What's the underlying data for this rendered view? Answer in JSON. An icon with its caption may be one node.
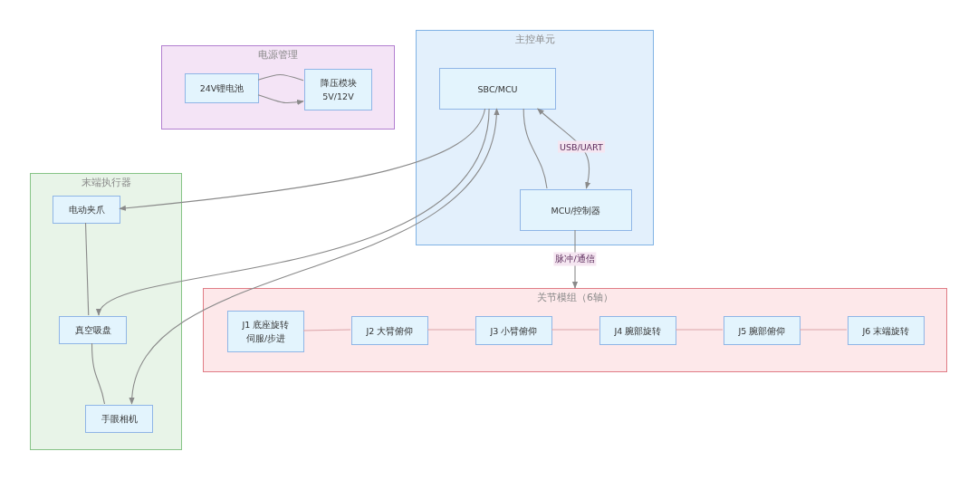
{
  "diagram": {
    "nodes": [
      {
        "text": [
          "电源管理"
        ]
      },
      {
        "text": [
          "24V锂电池"
        ],
        "in": 0
      },
      {
        "text": [
          "降压模块",
          "5V/12V"
        ],
        "in": 0
      },
      {
        "text": [
          "主控单元"
        ]
      },
      {
        "text": [
          "SBC/MCU"
        ],
        "in": 3
      },
      {
        "text": [
          "MCU/控制器"
        ],
        "in": 3
      },
      {
        "text": [
          "末端执行器"
        ]
      },
      {
        "text": [
          "电动夹爪"
        ],
        "in": 6
      },
      {
        "text": [
          "真空吸盘"
        ],
        "in": 6
      },
      {
        "text": [
          "手眼相机"
        ],
        "in": 6
      },
      {
        "text": [
          "关节模组（6轴）"
        ]
      },
      {
        "text": [
          "J1 底座旋转",
          "伺服/步进"
        ],
        "in": 10
      },
      {
        "text": [
          "J2 大臂俯仰"
        ],
        "in": 10
      },
      {
        "text": [
          "J3 小臂俯仰"
        ],
        "in": 10
      },
      {
        "text": [
          "J4 腕部旋转"
        ],
        "in": 10
      },
      {
        "text": [
          "J5 腕部俯仰"
        ],
        "in": 10
      },
      {
        "text": [
          "J6 末端旋转"
        ],
        "in": 10
      }
    ],
    "edges": [
      {
        "from": 1,
        "to": 2,
        "arrow": "none"
      },
      {
        "from": 1,
        "to": 2,
        "arrow": "to"
      },
      {
        "from": 4,
        "to": 7,
        "arrow": "to"
      },
      {
        "from": 4,
        "to": 8,
        "arrow": "to"
      },
      {
        "from": 9,
        "to": 4,
        "arrow": "both"
      },
      {
        "from": 4,
        "to": 5,
        "arrow": "none"
      },
      {
        "from": 4,
        "to": 5,
        "arrow": "both",
        "label": "USB/UART"
      },
      {
        "from": 5,
        "to": 10,
        "arrow": "to",
        "label": "脉冲/通信"
      },
      {
        "from": 7,
        "to": 8,
        "arrow": "none"
      },
      {
        "from": 8,
        "to": 9,
        "arrow": "none"
      },
      {
        "from": 11,
        "to": 12,
        "arrow": "none",
        "color": "#dba3a8"
      },
      {
        "from": 12,
        "to": 13,
        "arrow": "none",
        "color": "#dba3a8"
      },
      {
        "from": 13,
        "to": 14,
        "arrow": "none",
        "color": "#dba3a8"
      },
      {
        "from": 14,
        "to": 15,
        "arrow": "none",
        "color": "#dba3a8"
      },
      {
        "from": 15,
        "to": 16,
        "arrow": "none",
        "color": "#dba3a8"
      }
    ]
  }
}
